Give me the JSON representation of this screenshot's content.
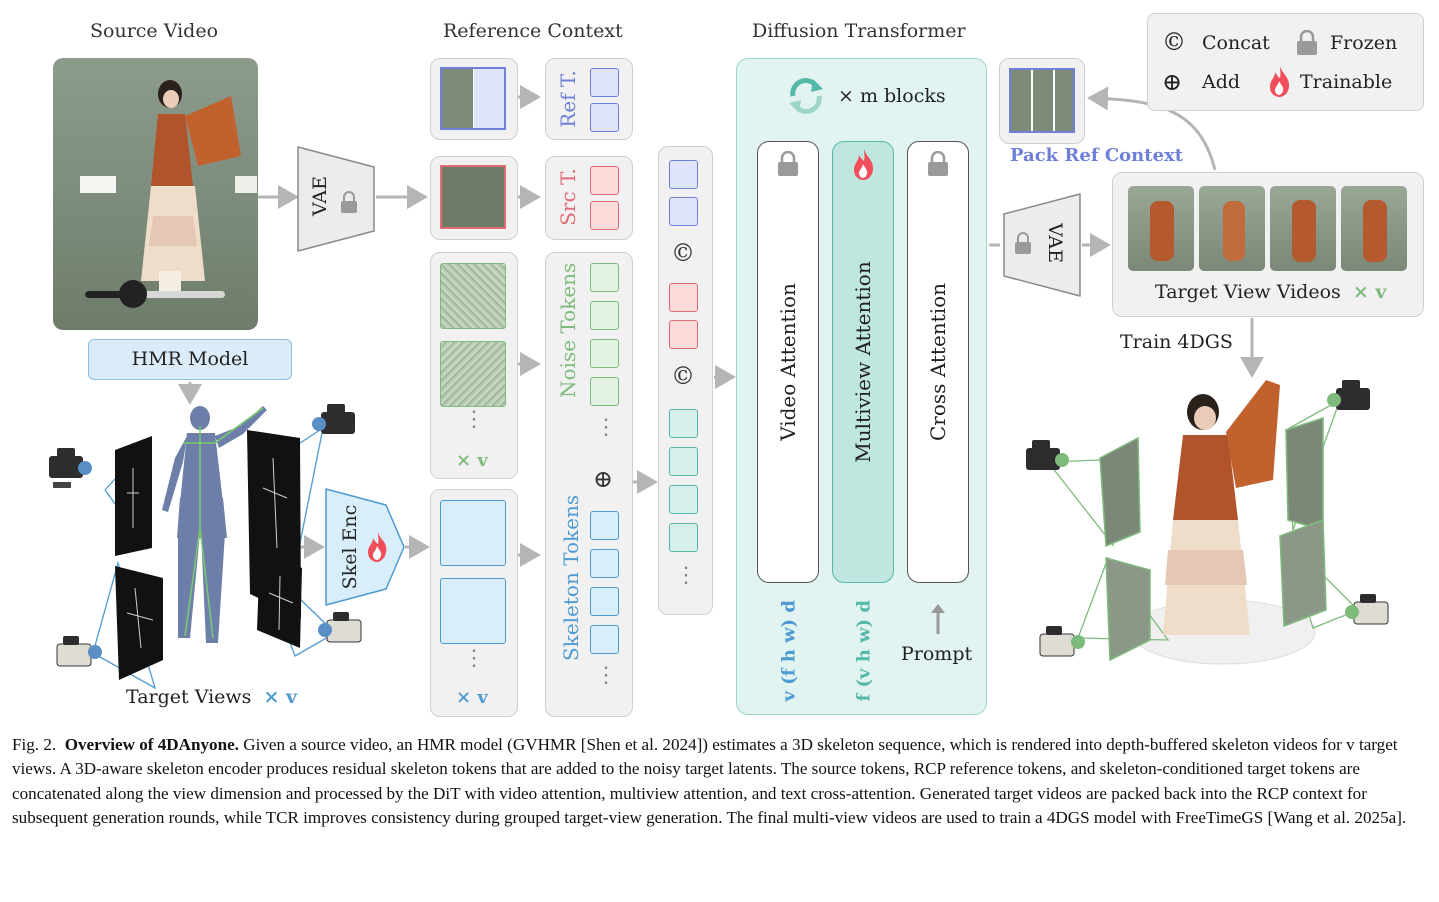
{
  "titles": {
    "source_video": "Source Video",
    "reference_context": "Reference Context",
    "diffusion_transformer": "Diffusion Transformer"
  },
  "legend": {
    "concat": "Concat",
    "frozen": "Frozen",
    "add": "Add",
    "trainable": "Trainable"
  },
  "labels": {
    "hmr_model": "HMR Model",
    "vae_left": "VAE",
    "vae_right": "VAE",
    "skel_enc": "Skel Enc",
    "ref_t": "Ref T.",
    "src_t": "Src T.",
    "noise_tokens": "Noise Tokens",
    "skeleton_tokens": "Skeleton Tokens",
    "times_v": "× v",
    "m_blocks": "× m blocks",
    "video_attention": "Video  Attention",
    "multiview_attention": "Multiview  Attention",
    "cross_attention": "Cross Attention",
    "video_attn_dims": "v (f h w) d",
    "multiview_attn_dims": "f (v h w) d",
    "prompt": "Prompt",
    "pack_ref_context": "Pack Ref Context",
    "target_view_videos": "Target View Videos",
    "target_view_videos_mult": "× v",
    "train_4dgs": "Train 4DGS",
    "target_views": "Target Views",
    "target_views_mult": "× v",
    "concat_symbol": "©",
    "add_symbol": "⊕",
    "dots": "⋮"
  },
  "caption": {
    "prefix": "Fig. 2.",
    "bold": "Overview of 4DAnyone.",
    "text": " Given a source video, an HMR model (GVHMR [Shen et al. 2024]) estimates a 3D skeleton sequence, which is rendered into depth-buffered skeleton videos for v target views. A 3D-aware skeleton encoder produces residual skeleton tokens that are added to the noisy target latents. The source tokens, RCP reference tokens, and skeleton-conditioned target tokens are concatenated along the view dimension and processed by the DiT with video attention, multiview attention, and text cross-attention. Generated target videos are packed back into the RCP context for subsequent generation rounds, while TCR improves consistency during grouped target-view generation. The final multi-view videos are used to train a 4DGS model with FreeTimeGS [Wang et al. 2025a]."
  },
  "colors": {
    "ref_blue": "#6e80d8",
    "src_red": "#e06b74",
    "noise_green": "#7fba7d",
    "skeleton_blue": "#4e9ad2",
    "dit_teal": "#57b8aa",
    "fire": "#f04e5a"
  },
  "icons": [
    "concat-icon",
    "lock-icon",
    "add-icon",
    "fire-icon",
    "refresh-icon",
    "camera-icon",
    "up-arrow-icon"
  ]
}
